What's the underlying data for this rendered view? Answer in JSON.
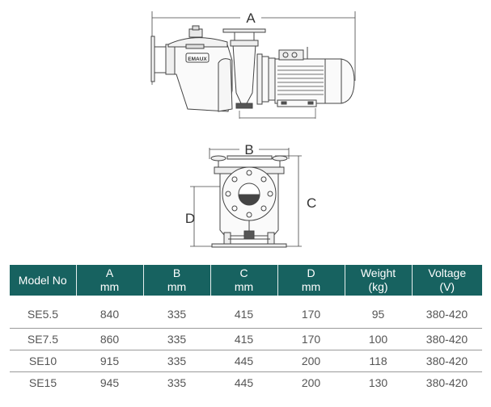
{
  "drawings": {
    "side_view": {
      "dimension_label": "A",
      "brand_label": "EMAUX"
    },
    "front_view": {
      "dimension_labels": {
        "width": "B",
        "height": "C",
        "center_height": "D"
      }
    }
  },
  "table": {
    "header_color": "#176260",
    "columns": [
      {
        "line1": "Model No",
        "line2": ""
      },
      {
        "line1": "A",
        "line2": "mm"
      },
      {
        "line1": "B",
        "line2": "mm"
      },
      {
        "line1": "C",
        "line2": "mm"
      },
      {
        "line1": "D",
        "line2": "mm"
      },
      {
        "line1": "Weight",
        "line2": "(kg)"
      },
      {
        "line1": "Voltage",
        "line2": "(V)"
      }
    ],
    "rows": [
      [
        "SE5.5",
        "840",
        "335",
        "415",
        "170",
        "95",
        "380-420"
      ],
      [
        "SE7.5",
        "860",
        "335",
        "415",
        "170",
        "100",
        "380-420"
      ],
      [
        "SE10",
        "915",
        "335",
        "445",
        "200",
        "118",
        "380-420"
      ],
      [
        "SE15",
        "945",
        "335",
        "445",
        "200",
        "130",
        "380-420"
      ]
    ]
  }
}
